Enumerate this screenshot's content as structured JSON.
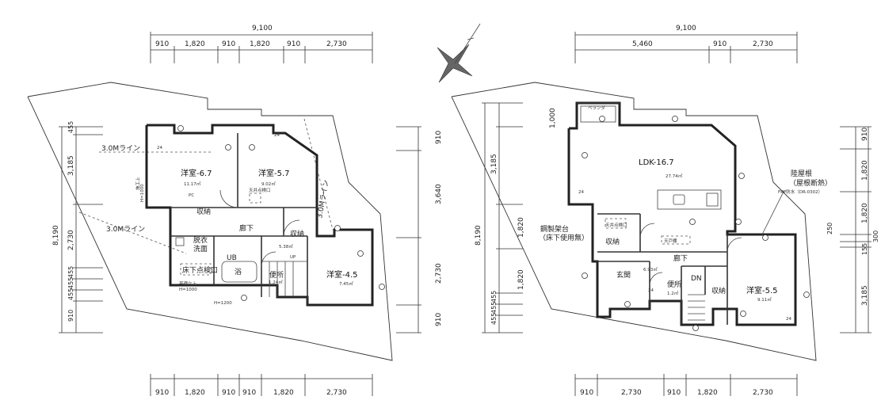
{
  "plan_left": {
    "top_total": "9,100",
    "top_dims": [
      "910",
      "1,820",
      "910",
      "1,820",
      "910",
      "2,730"
    ],
    "bottom_dims": [
      "910",
      "1,820",
      "910",
      "910",
      "1,820",
      "2,730"
    ],
    "left_total": "8,190",
    "left_dims": [
      "455",
      "3,185",
      "2,730",
      "455",
      "455",
      "455",
      "910"
    ],
    "right_dims": [
      "910",
      "3,640",
      "2,730",
      "910"
    ],
    "rooms": [
      {
        "label": "洋室-6.7",
        "area": "11.17㎡"
      },
      {
        "label": "洋室-5.7",
        "area": "9.02㎡"
      },
      {
        "label": "洋室-4.5",
        "area": "7.45㎡"
      }
    ],
    "labels": {
      "line_top": "3.0Mライン",
      "line_mid": "3.0Mライン",
      "line_right": "3.0Mライン",
      "hallway": "廊下",
      "storage1": "収納",
      "storage2": "収納",
      "washroom1": "脱衣",
      "washroom2": "洗面",
      "bath_ub": "UB",
      "bath": "浴",
      "floor_hatch": "床下点検口",
      "ceiling_hatch": "天井点検口",
      "toilet": "便所",
      "toilet_area": "1.24㎡",
      "hall_area": "5.38㎡",
      "up": "UP",
      "base_rise": "基礎立上",
      "base_height1": "H=1000",
      "base_height2": "H=1200",
      "base_height3": "H=1000",
      "small_24a": "24",
      "small_24b": "24",
      "sekou": "施工上",
      "pc": "PC"
    }
  },
  "plan_right": {
    "top_total": "9,100",
    "top_dims": [
      "5,460",
      "910",
      "2,730"
    ],
    "bottom_dims": [
      "910",
      "2,730",
      "910",
      "1,820",
      "2,730"
    ],
    "left_total": "8,190",
    "left_dims": [
      "1,000",
      "3,185",
      "1,820",
      "1,820",
      "455",
      "455",
      "455"
    ],
    "right_dims": [
      "910",
      "1,820",
      "1,820",
      "300",
      "155",
      "3,185"
    ],
    "extra_dim": "250",
    "rooms": [
      {
        "label": "LDK-16.7",
        "area": "27.74㎡"
      },
      {
        "label": "洋室-5.5",
        "area": "9.11㎡"
      }
    ],
    "labels": {
      "veranda": "ベランダ",
      "roof_title": "陸屋根",
      "roof_sub": "（屋根断熱）",
      "roof_spec": "FRP防水（DR-0302）",
      "steel_frame": "鋼製架台",
      "no_floor": "（床下使用無）",
      "ceiling_hatch": "天井点検口",
      "storage1": "収納",
      "storage2": "収納",
      "entrance": "玄関",
      "entrance_area": "6.93㎡",
      "hallway": "廊下",
      "toilet": "便所",
      "toilet_area": "1.2㎡",
      "down": "DN",
      "skylight": "天戸棚",
      "small_24a": "24",
      "small_24b": "24",
      "small_24c": "24"
    }
  }
}
